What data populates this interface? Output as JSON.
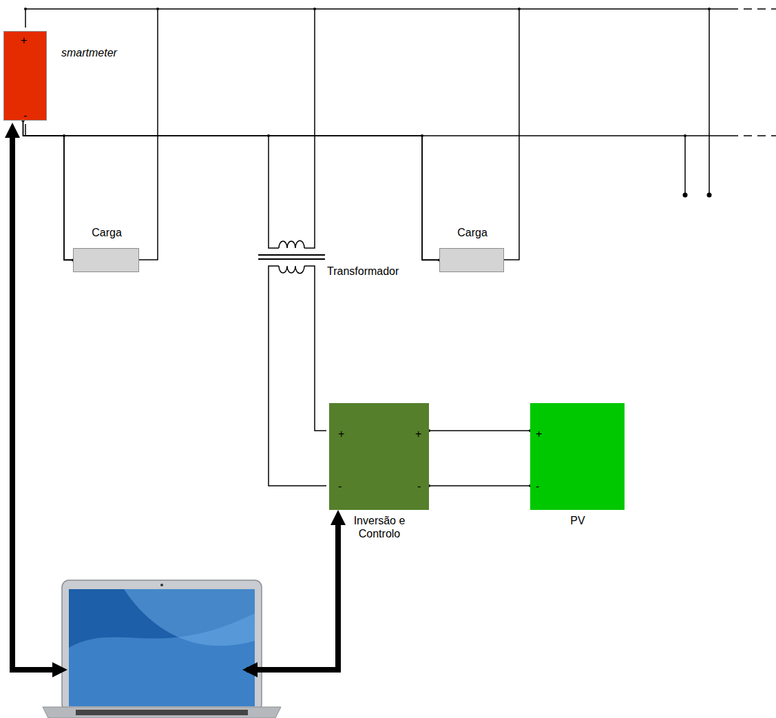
{
  "diagram": {
    "nodes": [
      {
        "text": [
          "+",
          "-",
          "smartmeter"
        ]
      },
      {
        "text": [
          "Carga"
        ]
      },
      {
        "text": [
          "Carga"
        ]
      },
      {
        "text": [
          "+",
          "+",
          "-",
          "-",
          "Inversão e Controlo"
        ]
      },
      {
        "text": [
          "+",
          "-",
          "PV"
        ]
      }
    ],
    "edges": [
      {
        "from": 0,
        "to": 1,
        "arrow": "none"
      },
      {
        "from": 0,
        "to": 2,
        "arrow": "none"
      },
      {
        "from": 3,
        "to": 4,
        "arrow": "none"
      },
      {
        "from": 3,
        "to": 4,
        "arrow": "none"
      }
    ],
    "labels": [
      "Transformador"
    ]
  }
}
